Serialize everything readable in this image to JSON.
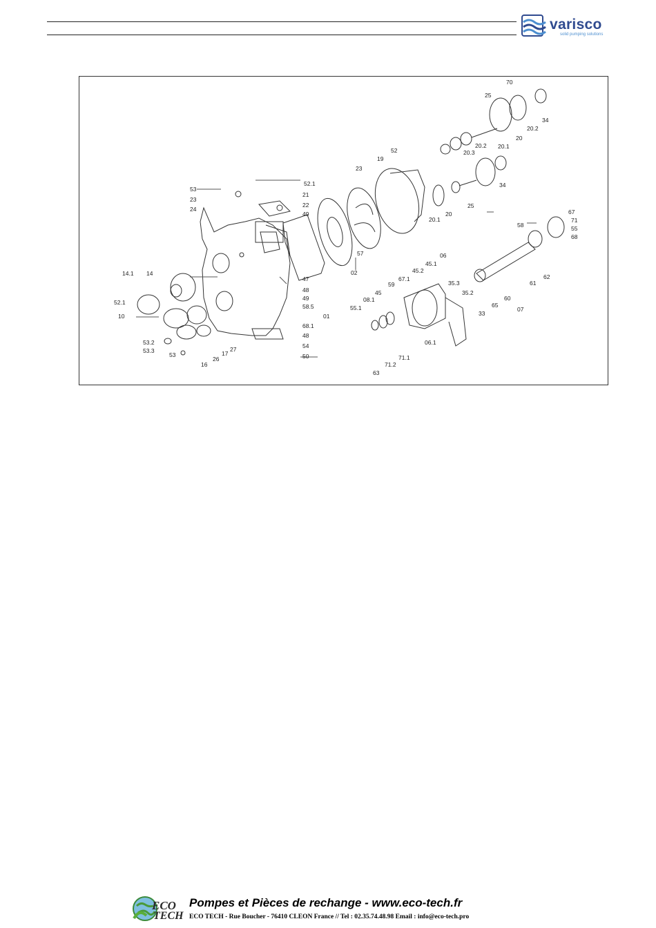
{
  "header": {
    "brand": "varisco",
    "brand_tagline": "solid pumping solutions",
    "brand_color": "#2f4a8f"
  },
  "figure": {
    "labels": [
      "70",
      "25",
      "34",
      "20.2",
      "20",
      "20.1",
      "20.2",
      "20.3",
      "52",
      "19",
      "23",
      "53",
      "52.1",
      "21",
      "23",
      "22",
      "24",
      "49",
      "14.1",
      "14",
      "52.1",
      "10",
      "53.2",
      "53.3",
      "53",
      "16",
      "26",
      "17",
      "27",
      "47",
      "48",
      "49",
      "58.5",
      "01",
      "68.1",
      "48",
      "54",
      "50",
      "20.1",
      "20",
      "25",
      "34",
      "06",
      "45.1",
      "45.2",
      "67.1",
      "45",
      "59",
      "08.1",
      "55.1",
      "58",
      "67",
      "71",
      "55",
      "68",
      "62",
      "61",
      "35.2",
      "35.3",
      "65",
      "60",
      "07",
      "33",
      "06.1",
      "71.1",
      "71.2",
      "63",
      "02",
      "57"
    ]
  },
  "footer": {
    "logo_top": "ECO",
    "logo_bottom": "TECH",
    "title": "Pompes et Pièces de rechange - www.eco-tech.fr",
    "contact": "ECO TECH - Rue Boucher - 76410 CLEON France //  Tel  : 02.35.74.48.98  Email : info@eco-tech.pro"
  }
}
